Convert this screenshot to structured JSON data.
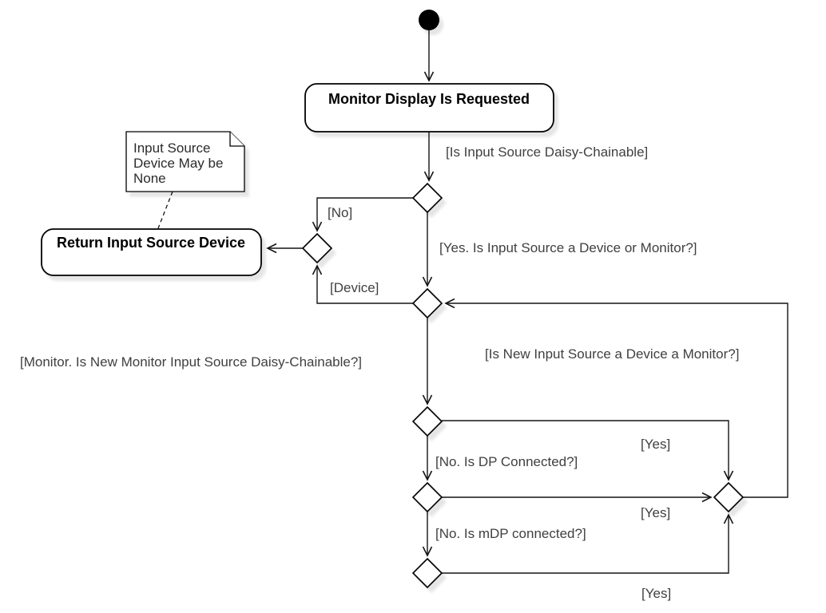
{
  "diagram": {
    "type": "uml-activity-diagram",
    "background": "#ffffff"
  },
  "colors": {
    "shape_fill": "#ffffff",
    "shape_stroke": "#000000",
    "edge_line": "#141414",
    "label_text": "#404040",
    "title_text": "#000000",
    "start_node_fill": "#000000",
    "shadow": "rgba(0,0,0,0.10)"
  },
  "activities": {
    "request": {
      "label": "Monitor Display Is Requested"
    },
    "return_device": {
      "label": "Return Input Source Device"
    }
  },
  "note": {
    "text_lines": [
      "Input Source",
      "Device May be",
      "None"
    ]
  },
  "edge_labels": {
    "daisy_chainable": "[Is Input Source Daisy-Chainable]",
    "no": "[No]",
    "yes_device_or_monitor": "[Yes. Is Input Source a Device or Monitor?]",
    "device": "[Device]",
    "monitor_daisy_chainable": "[Monitor. Is New Monitor Input Source Daisy-Chainable?]",
    "new_input_monitor": "[Is New Input Source a Device a Monitor?]",
    "no_dp_connected": "[No. Is DP Connected?]",
    "yes_dp": "[Yes]",
    "no_mdp_connected": "[No. Is mDP connected?]",
    "yes_mdp": "[Yes]",
    "yes_top": "[Yes]"
  }
}
